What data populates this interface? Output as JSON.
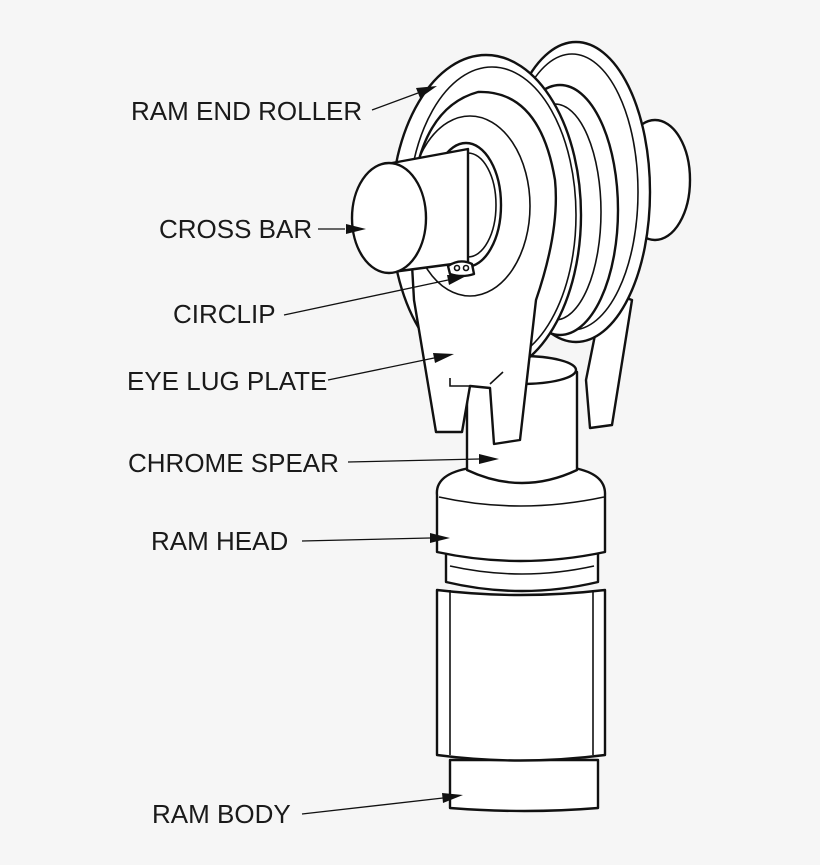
{
  "labels": {
    "ram_end_roller": "RAM END ROLLER",
    "cross_bar": "CROSS BAR",
    "circlip": "CIRCLIP",
    "eye_lug_plate": "EYE LUG PLATE",
    "chrome_spear": "CHROME SPEAR",
    "ram_head": "RAM HEAD",
    "ram_body": "RAM BODY"
  }
}
